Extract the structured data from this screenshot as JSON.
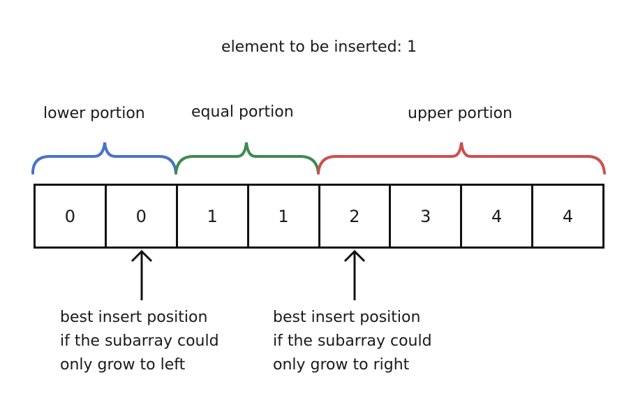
{
  "title": "element to be inserted: 1",
  "portions": [
    {
      "label": "lower portion",
      "color": "#4a72c9"
    },
    {
      "label": "equal portion",
      "color": "#3f8a50"
    },
    {
      "label": "upper portion",
      "color": "#cc5050"
    }
  ],
  "array": [
    "0",
    "0",
    "1",
    "1",
    "2",
    "3",
    "4",
    "4"
  ],
  "notes": {
    "left": [
      "best insert position",
      "if the subarray could",
      "only grow to left"
    ],
    "right": [
      "best insert position",
      "if the subarray could",
      "only grow to right"
    ]
  }
}
